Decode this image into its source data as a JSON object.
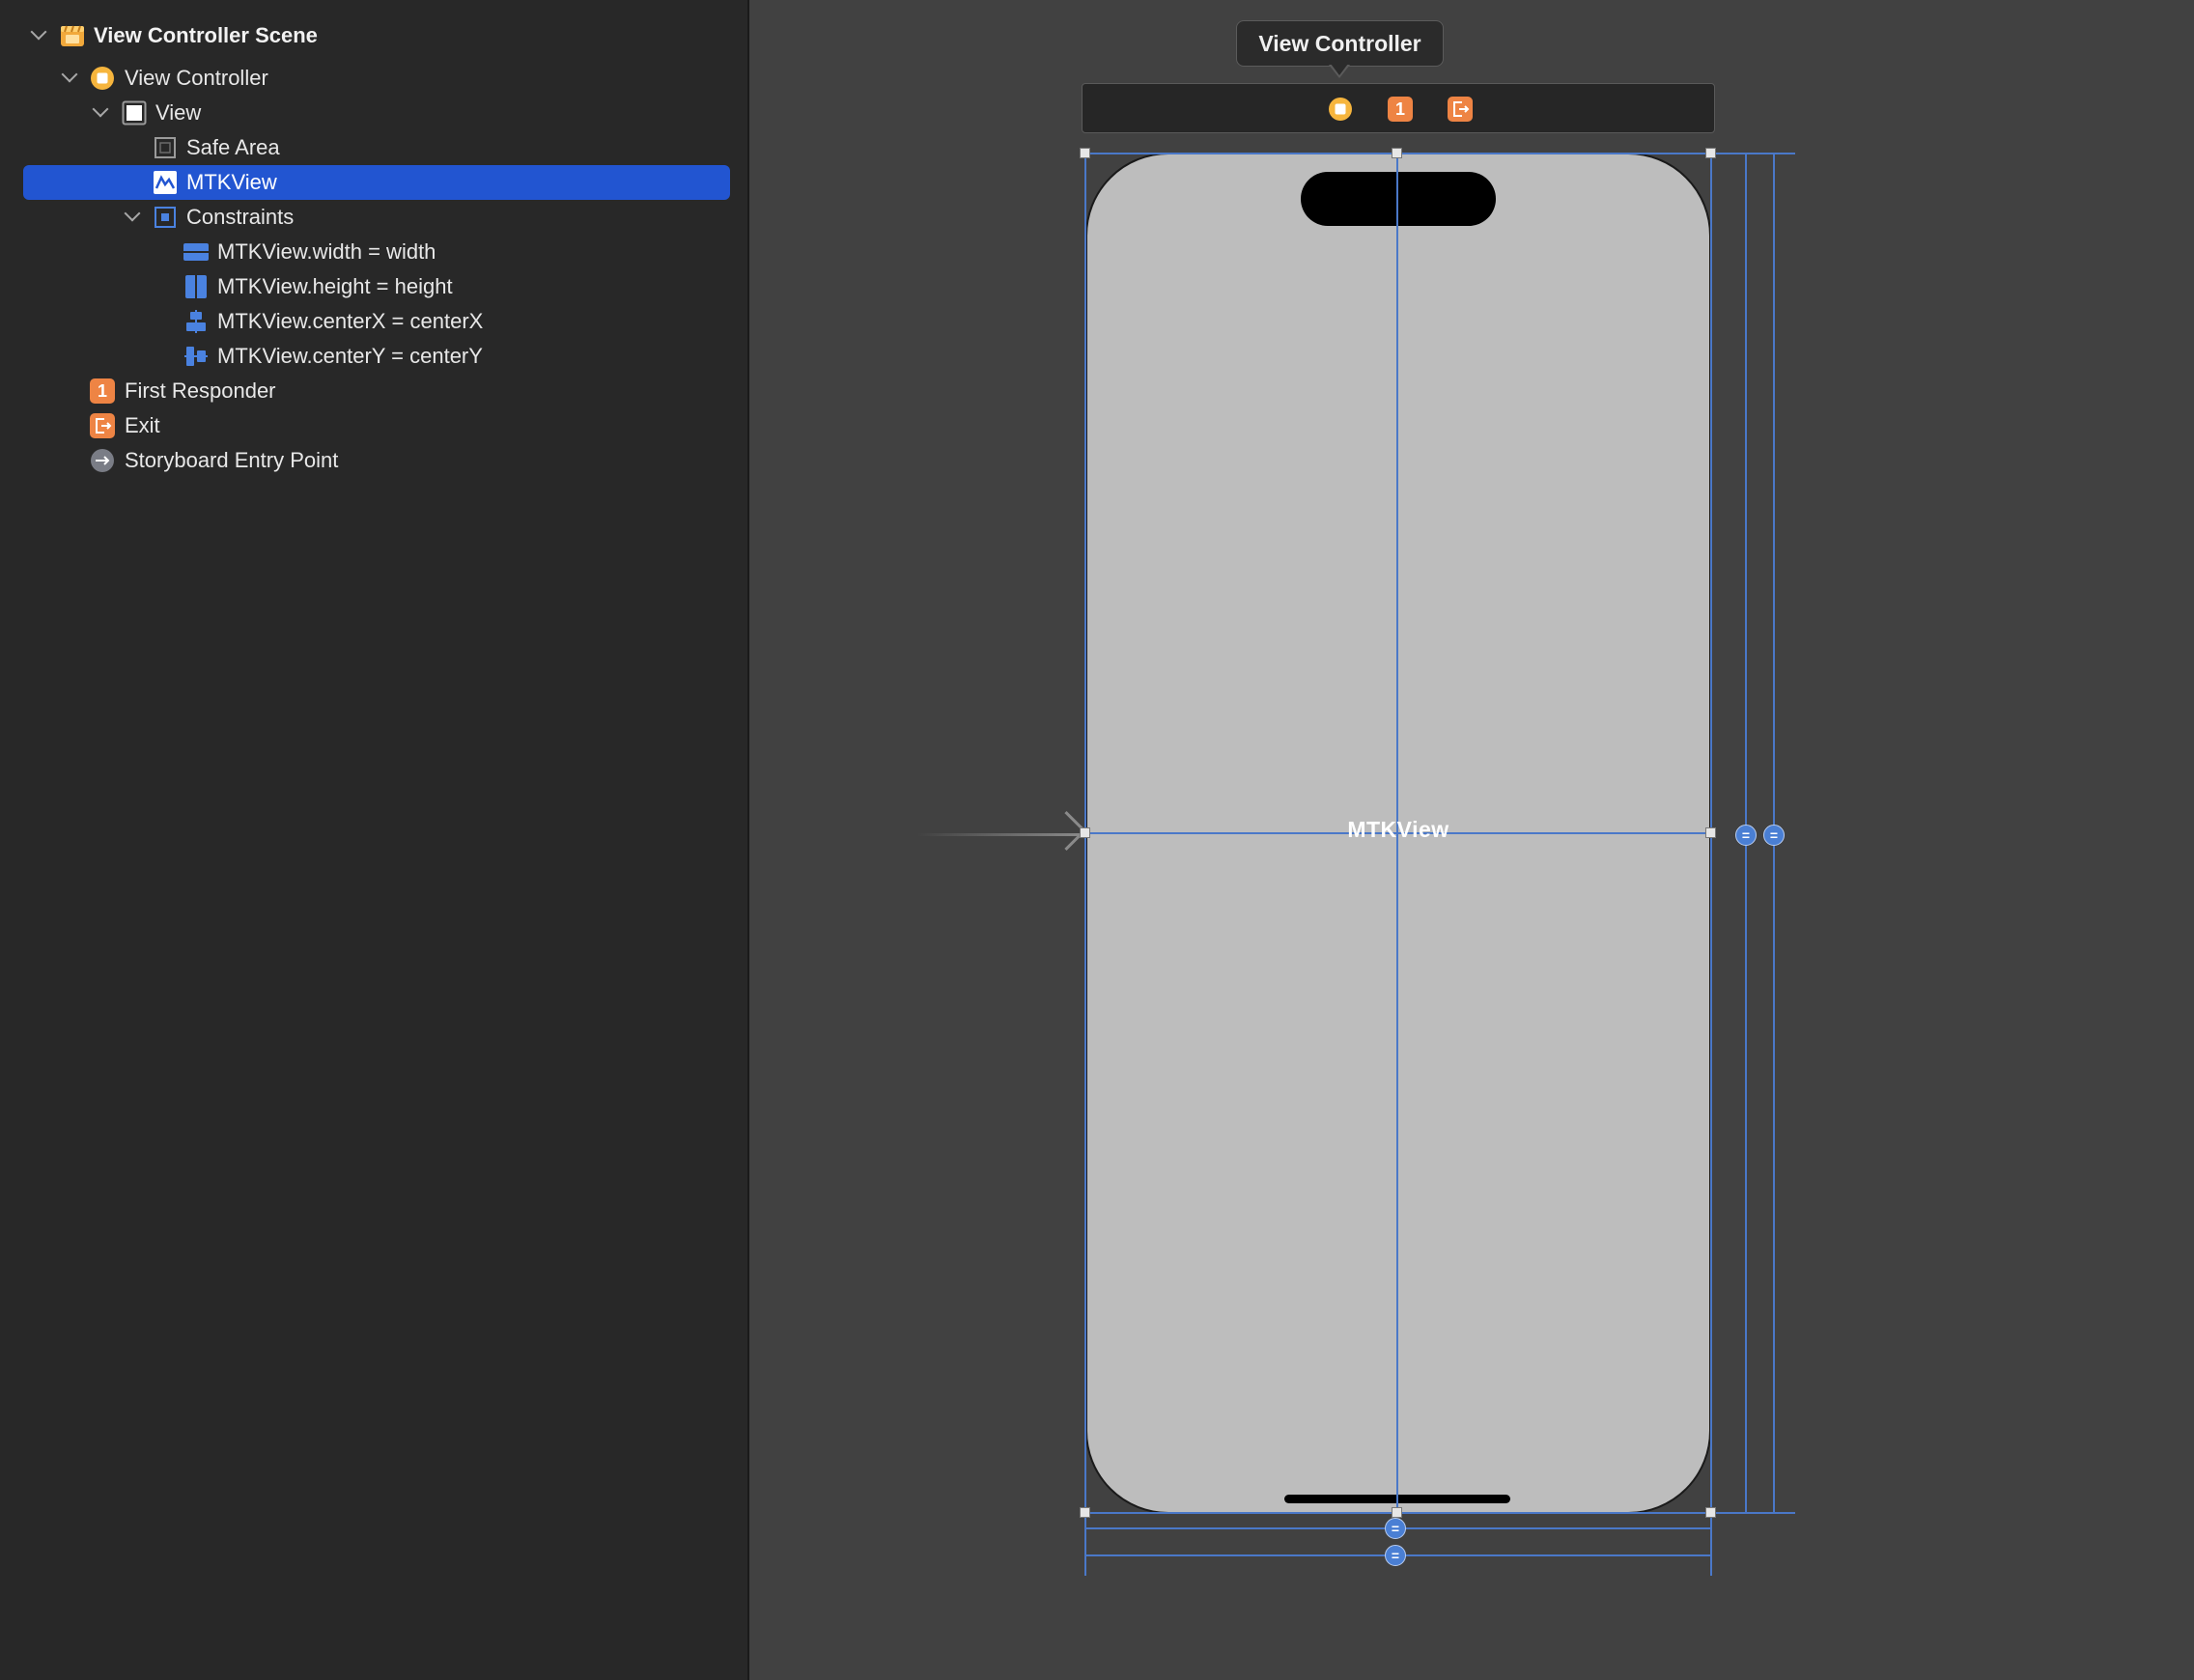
{
  "outline": {
    "scene": "View Controller Scene",
    "view_controller": "View Controller",
    "view": "View",
    "safe_area": "Safe Area",
    "mtkview": "MTKView",
    "constraints_group": "Constraints",
    "constraints": [
      "MTKView.width = width",
      "MTKView.height = height",
      "MTKView.centerX = centerX",
      "MTKView.centerY = centerY"
    ],
    "first_responder": "First Responder",
    "first_responder_badge": "1",
    "exit": "Exit",
    "entry_point": "Storyboard Entry Point",
    "selected": "MTKView"
  },
  "canvas": {
    "tooltip": "View Controller",
    "dock_badge": "1",
    "view_label": "MTKView",
    "equal_glyph": "="
  },
  "colors": {
    "selection": "#2255d1",
    "constraint": "#4a78c8",
    "vc_icon": "#f6b53d",
    "responder_icon": "#ee8444"
  }
}
